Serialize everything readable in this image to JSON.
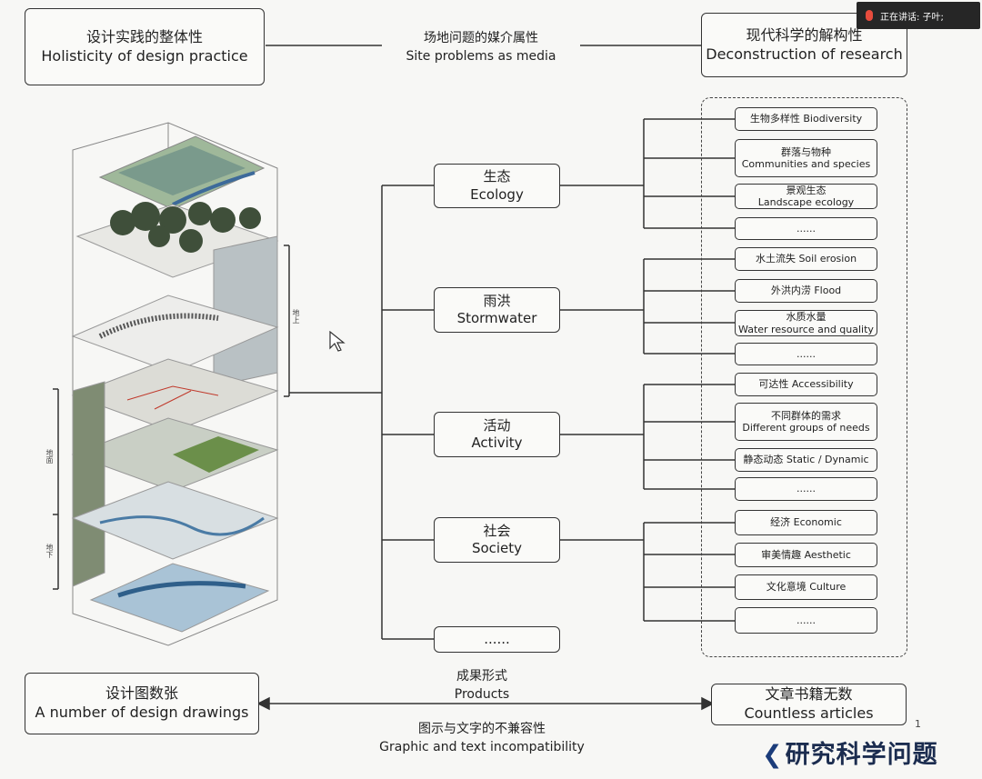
{
  "meeting_bar": {
    "status": "正在讲话: 子叶;"
  },
  "top": {
    "left_box": {
      "zh": "设计实践的整体性",
      "en": "Holisticity of design practice"
    },
    "center": {
      "zh": "场地问题的媒介属性",
      "en": "Site problems as media"
    },
    "right_box": {
      "zh": "现代科学的解构性",
      "en": "Deconstruction of research"
    }
  },
  "stack_labels": {
    "upper": "地上",
    "middle": "地面",
    "lower": "地下"
  },
  "categories": [
    {
      "zh": "生态",
      "en": "Ecology",
      "items": [
        "生物多样性 Biodiversity",
        "群落与物种\nCommunities and species",
        "景观生态\nLandscape ecology",
        "......"
      ]
    },
    {
      "zh": "雨洪",
      "en": "Stormwater",
      "items": [
        "水土流失 Soil erosion",
        "外洪内涝 Flood",
        "水质水量\nWater resource and quality",
        "......"
      ]
    },
    {
      "zh": "活动",
      "en": "Activity",
      "items": [
        "可达性 Accessibility",
        "不同群体的需求\nDifferent groups of needs",
        "静态动态 Static / Dynamic",
        "......"
      ]
    },
    {
      "zh": "社会",
      "en": "Society",
      "items": [
        "经济 Economic",
        "审美情趣 Aesthetic",
        "文化意境 Culture",
        "......"
      ]
    },
    {
      "zh": "",
      "en": "......",
      "items": []
    }
  ],
  "bottom": {
    "left_box": {
      "zh": "设计图数张",
      "en": "A number of design drawings"
    },
    "products": {
      "zh": "成果形式",
      "en": "Products"
    },
    "conflict": {
      "zh": "图示与文字的不兼容性",
      "en": "Graphic and text incompatibility"
    },
    "right_box": {
      "zh": "文章书籍无数",
      "en": "Countless articles"
    }
  },
  "page_number": "1",
  "banner": "研究科学问题"
}
